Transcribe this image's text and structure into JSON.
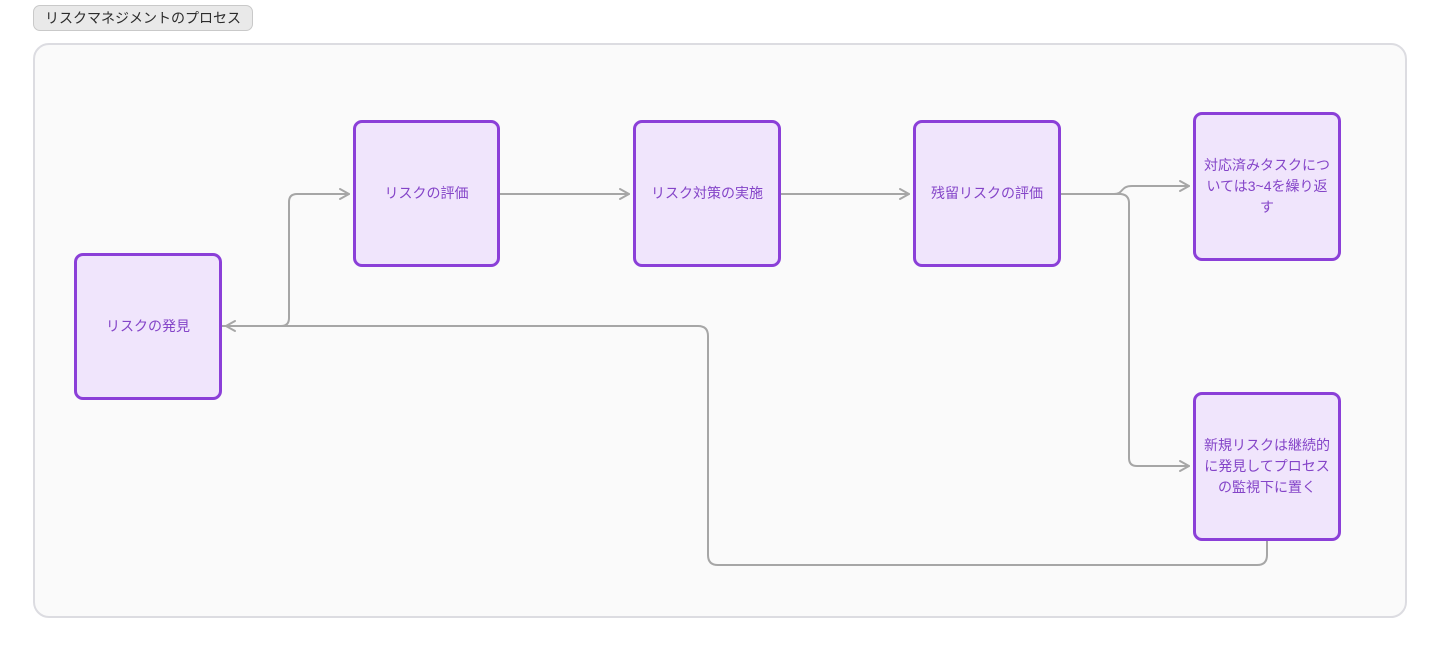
{
  "page": {
    "title_badge": "リスクマネジメントのプロセス"
  },
  "diagram": {
    "type": "flowchart",
    "nodes": [
      {
        "id": "risk-discovery",
        "label": "リスクの発見"
      },
      {
        "id": "risk-assessment",
        "label": "リスクの評価"
      },
      {
        "id": "risk-countermeasure-implementation",
        "label": "リスク対策の実施"
      },
      {
        "id": "residual-risk-assessment",
        "label": "残留リスクの評価"
      },
      {
        "id": "repeat-steps-for-handled-tasks",
        "label": "対応済みタスクについては3~4を繰り返す"
      },
      {
        "id": "monitor-new-risks",
        "label": "新規リスクは継続的に発見してプロセスの監視下に置く"
      }
    ],
    "edges": [
      {
        "from": "リスクの発見",
        "to": "リスクの評価"
      },
      {
        "from": "リスクの評価",
        "to": "リスク対策の実施"
      },
      {
        "from": "リスク対策の実施",
        "to": "残留リスクの評価"
      },
      {
        "from": "残留リスクの評価",
        "to": "対応済みタスクについては3~4を繰り返す"
      },
      {
        "from": "残留リスクの評価",
        "to": "新規リスクは継続的に発見してプロセスの監視下に置く"
      },
      {
        "from": "新規リスクは継続的に発見してプロセスの監視下に置く",
        "to": "リスクの発見"
      }
    ],
    "colors": {
      "node_fill": "#f0e5fc",
      "node_border": "#8b3fd8",
      "node_text": "#8444c8",
      "edge": "#a6a6a6",
      "canvas_bg": "#fafafa",
      "canvas_border": "#dcdce1",
      "badge_bg": "#e9e9e9",
      "badge_border": "#c9c9c9",
      "badge_text": "#2b2b2b"
    }
  }
}
